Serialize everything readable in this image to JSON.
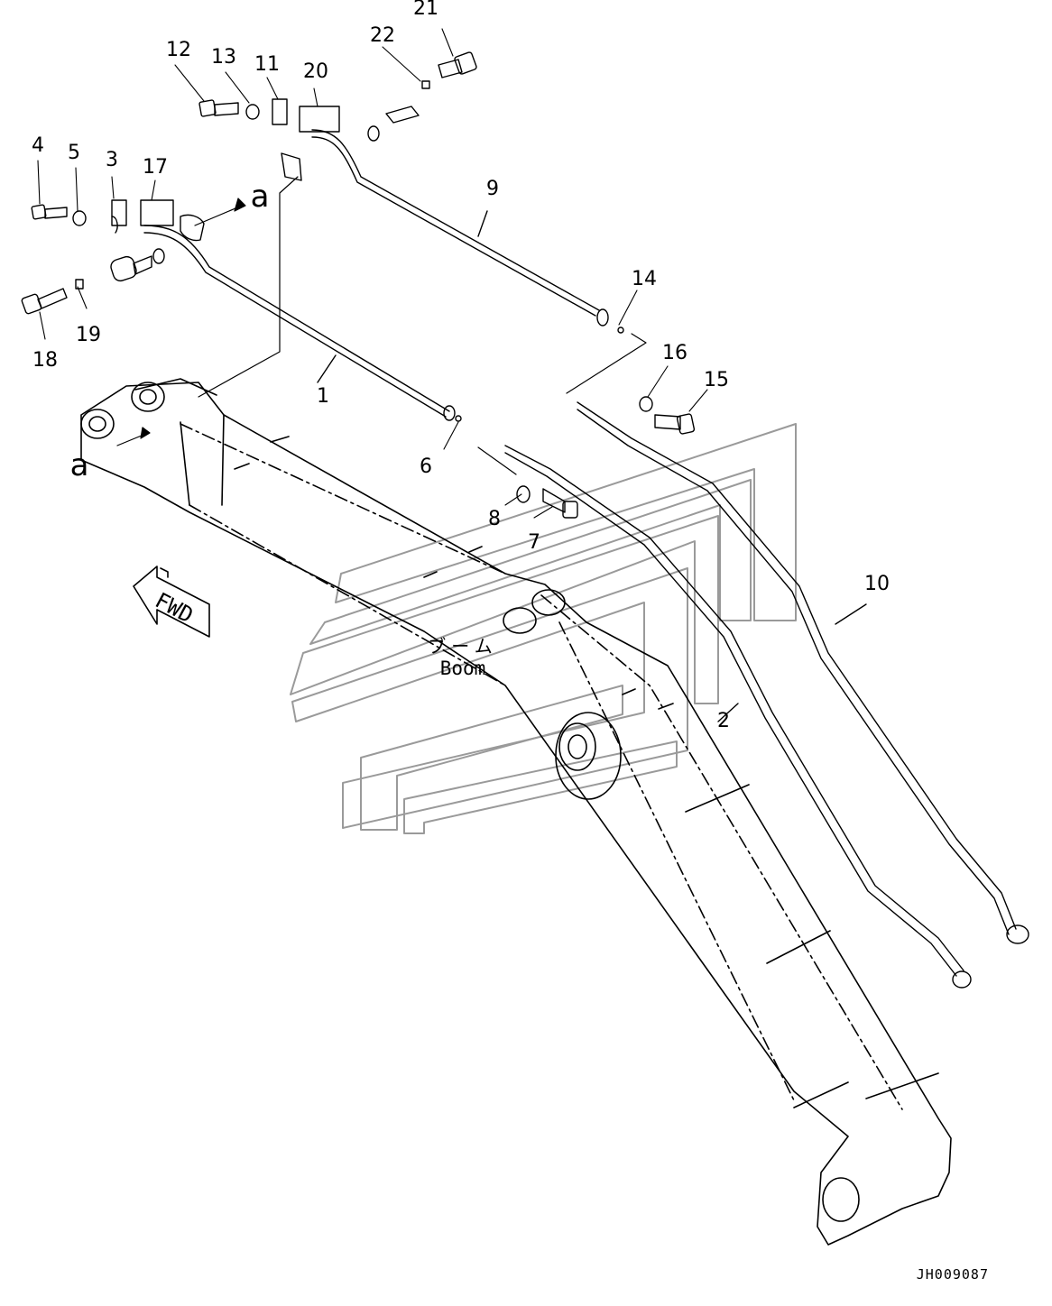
{
  "diagram": {
    "callouts": [
      "1",
      "2",
      "3",
      "4",
      "5",
      "6",
      "7",
      "8",
      "9",
      "10",
      "11",
      "12",
      "13",
      "14",
      "15",
      "16",
      "17",
      "18",
      "19",
      "20",
      "21",
      "22"
    ],
    "arrow_label": "a",
    "boom_label_jp": "ブーム",
    "boom_label_en": "Boom",
    "fwd_label": "FWD",
    "drawing_code": "JH009087"
  }
}
